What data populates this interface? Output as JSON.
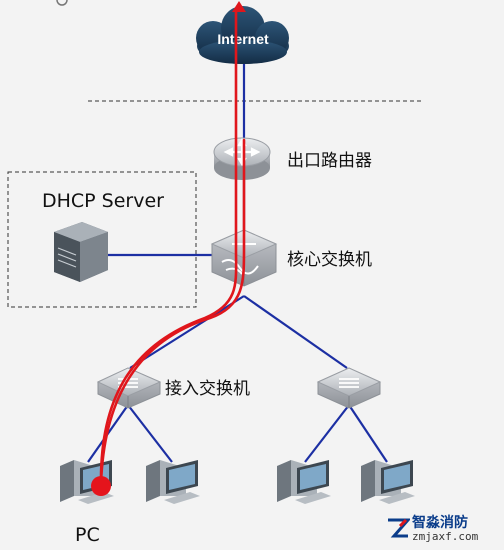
{
  "internet": {
    "label": "Internet"
  },
  "nodes": {
    "router": "出口路由器",
    "core_switch": "核心交换机",
    "access_switch": "接入交换机",
    "dhcp_server": "DHCP Server",
    "pc": "PC"
  },
  "watermark": {
    "name": "智淼消防",
    "site": "zmjaxf.com"
  },
  "colors": {
    "link": "#1c2fa3",
    "traffic_path": "#e0161c",
    "device": "#b9bcc1",
    "cloud": "#1a3a5c"
  },
  "icons": {
    "cloud": "cloud-icon",
    "router": "router-icon",
    "core_switch": "layer3-switch-icon",
    "access_switch": "switch-icon",
    "server": "server-icon",
    "pc": "desktop-pc-icon"
  }
}
